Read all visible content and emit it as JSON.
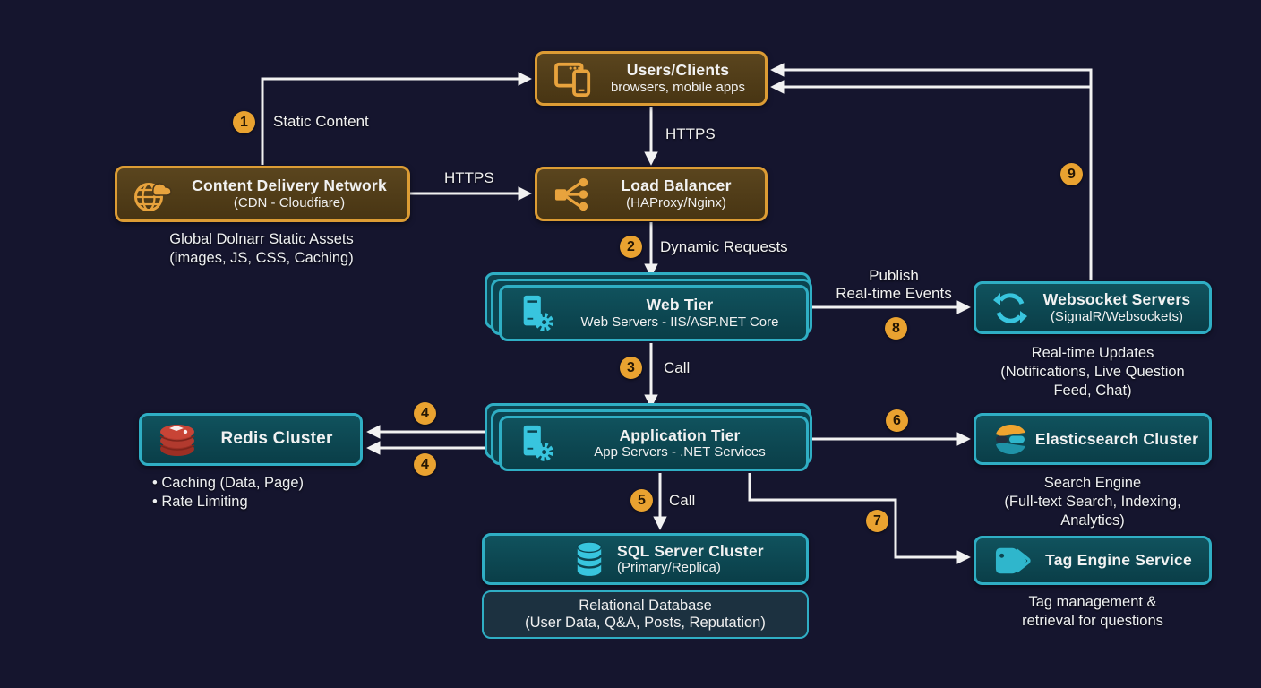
{
  "colors": {
    "background": "#15152e",
    "orange_border": "#DC9C34",
    "orange_fill": "#4c3a17",
    "teal_border": "#2FAEC4",
    "teal_fill": "#0d4a54",
    "badge": "#E9A230",
    "arrow": "#f2f2f2",
    "redis_red": "#C23B2E",
    "elastic_orange": "#EFA42F"
  },
  "nodes": {
    "users": {
      "title": "Users/Clients",
      "subtitle": "browsers, mobile apps"
    },
    "cdn": {
      "title": "Content Delivery Network",
      "subtitle": "(CDN - Cloudfiare)",
      "caption1": "Global Dolnarr Static Assets",
      "caption2": "(images, JS, CSS, Caching)"
    },
    "lb": {
      "title": "Load Balancer",
      "subtitle": "(HAProxy/Nginx)"
    },
    "web": {
      "title": "Web Tier",
      "subtitle": "Web Servers - IIS/ASP.NET Core"
    },
    "ws": {
      "title": "Websocket Servers",
      "subtitle": "(SignalR/Websockets)",
      "caption1": "Real-time Updates",
      "caption2": "(Notifications, Live Question",
      "caption3": "Feed, Chat)"
    },
    "redis": {
      "title": "Redis Cluster",
      "caption1": "• Caching (Data, Page)",
      "caption2": "• Rate Limiting"
    },
    "app": {
      "title": "Application Tier",
      "subtitle": "App Servers - .NET Services"
    },
    "es": {
      "title": "Elasticsearch Cluster",
      "caption1": "Search Engine",
      "caption2": "(Full-text Search, Indexing,",
      "caption3": "Analytics)"
    },
    "sql": {
      "title": "SQL Server Cluster",
      "subtitle": "(Primary/Replica)",
      "info1": "Relational Database",
      "info2": "(User Data, Q&A, Posts, Reputation)"
    },
    "tag": {
      "title": "Tag Engine Service",
      "caption1": "Tag management &",
      "caption2": "retrieval for questions"
    }
  },
  "edges": {
    "static_content": "Static Content",
    "https_users_lb": "HTTPS",
    "https_cdn_lb": "HTTPS",
    "dynamic_requests": "Dynamic Requests",
    "call_web_app": "Call",
    "call_app_sql": "Call",
    "publish_line1": "Publish",
    "publish_line2": "Real-time Events"
  },
  "badges": {
    "b1": "1",
    "b2": "2",
    "b3": "3",
    "b4a": "4",
    "b4b": "4",
    "b5": "5",
    "b6": "6",
    "b7": "7",
    "b8": "8",
    "b9": "9"
  }
}
